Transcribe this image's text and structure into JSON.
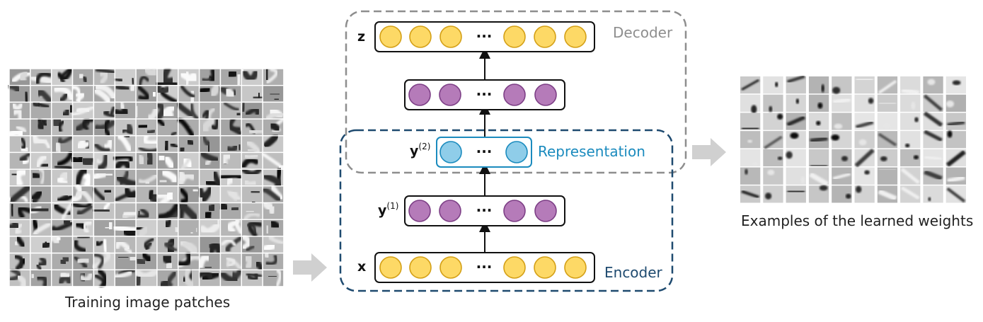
{
  "left_panel": {
    "caption": "Training image patches",
    "grid": {
      "rows": 13,
      "cols": 13
    }
  },
  "network": {
    "decoder_label": "Decoder",
    "encoder_label": "Encoder",
    "representation_label": "Representation",
    "labels": {
      "z": "z",
      "y2_base": "y",
      "y2_sup": "(2)",
      "y1_base": "y",
      "y1_sup": "(1)",
      "x": "x"
    },
    "ellipsis": "···",
    "colors": {
      "yellow_fill": "#FDD966",
      "yellow_stroke": "#D4A017",
      "purple_fill": "#B57BB9",
      "purple_stroke": "#7D3F86",
      "blue_fill": "#8FCDE9",
      "blue_stroke": "#1B8BBE",
      "decoder_box": "#8E8E8E",
      "encoder_box": "#1E4A6F",
      "representation_text": "#1B8BBE",
      "encoder_text": "#1E4A6F",
      "decoder_text": "#8E8E8E"
    }
  },
  "right_panel": {
    "caption": "Examples of the learned weights",
    "grid": {
      "rows": 7,
      "cols": 10
    }
  }
}
